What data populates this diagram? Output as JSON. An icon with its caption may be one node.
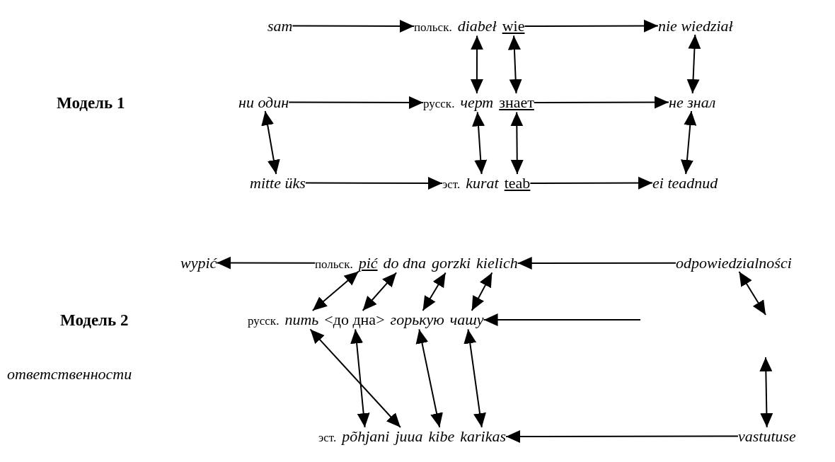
{
  "diagram": {
    "nodes": [
      {
        "text": [
          "sam"
        ]
      },
      {
        "text": [
          "польск."
        ]
      },
      {
        "text": [
          "diabeł"
        ],
        "in": 1
      },
      {
        "text": [
          "wie"
        ],
        "in": 1
      },
      {
        "text": [
          "nie wiedział"
        ]
      },
      {
        "text": [
          "ни один"
        ]
      },
      {
        "text": [
          "русск."
        ]
      },
      {
        "text": [
          "черт"
        ],
        "in": 6
      },
      {
        "text": [
          "знает"
        ],
        "in": 6
      },
      {
        "text": [
          "не знал"
        ]
      },
      {
        "text": [
          "mitte üks"
        ]
      },
      {
        "text": [
          "эст."
        ]
      },
      {
        "text": [
          "kurat"
        ],
        "in": 11
      },
      {
        "text": [
          "teab"
        ],
        "in": 11
      },
      {
        "text": [
          "ei teadnud"
        ]
      },
      {
        "text": [
          "wypić"
        ]
      },
      {
        "text": [
          "польск."
        ]
      },
      {
        "text": [
          "pić"
        ],
        "in": 16
      },
      {
        "text": [
          "do dna"
        ],
        "in": 16
      },
      {
        "text": [
          "gorzki"
        ],
        "in": 16
      },
      {
        "text": [
          "kielich"
        ],
        "in": 16
      },
      {
        "text": [
          "odpowiedzialności"
        ]
      },
      {
        "text": [
          "русск."
        ]
      },
      {
        "text": [
          "пить"
        ],
        "in": 22
      },
      {
        "text": [
          "<до дна>"
        ],
        "in": 22
      },
      {
        "text": [
          "горькую"
        ],
        "in": 22
      },
      {
        "text": [
          "чашу"
        ],
        "in": 22
      },
      {
        "text": [
          "ответственности"
        ]
      },
      {
        "text": [
          "эст."
        ]
      },
      {
        "text": [
          "põhjani"
        ],
        "in": 28
      },
      {
        "text": [
          "juua"
        ],
        "in": 28
      },
      {
        "text": [
          "kibe"
        ],
        "in": 28
      },
      {
        "text": [
          "karikas"
        ],
        "in": 28
      },
      {
        "text": [
          "vastutuse"
        ]
      }
    ],
    "edges": [
      {
        "from": 0,
        "to": 1,
        "arrow": "to"
      },
      {
        "from": 1,
        "to": 4,
        "arrow": "to"
      },
      {
        "from": 2,
        "to": 7,
        "arrow": "both"
      },
      {
        "from": 3,
        "to": 8,
        "arrow": "both"
      },
      {
        "from": 4,
        "to": 9,
        "arrow": "both"
      },
      {
        "from": 5,
        "to": 6,
        "arrow": "to"
      },
      {
        "from": 6,
        "to": 9,
        "arrow": "to"
      },
      {
        "from": 5,
        "to": 10,
        "arrow": "both"
      },
      {
        "from": 7,
        "to": 12,
        "arrow": "both"
      },
      {
        "from": 8,
        "to": 13,
        "arrow": "both"
      },
      {
        "from": 9,
        "to": 14,
        "arrow": "both"
      },
      {
        "from": 10,
        "to": 11,
        "arrow": "to"
      },
      {
        "from": 11,
        "to": 14,
        "arrow": "to"
      },
      {
        "from": 16,
        "to": 15,
        "arrow": "to"
      },
      {
        "from": 21,
        "to": 16,
        "arrow": "to"
      },
      {
        "from": 17,
        "to": 23,
        "arrow": "both"
      },
      {
        "from": 18,
        "to": 24,
        "arrow": "both"
      },
      {
        "from": 19,
        "to": 25,
        "arrow": "both"
      },
      {
        "from": 20,
        "to": 26,
        "arrow": "both"
      },
      {
        "from": 21,
        "to": null,
        "arrow": "both"
      },
      {
        "from": null,
        "to": 22,
        "arrow": "to"
      },
      {
        "from": 23,
        "to": 30,
        "arrow": "both"
      },
      {
        "from": 24,
        "to": 29,
        "arrow": "both"
      },
      {
        "from": 25,
        "to": 31,
        "arrow": "both"
      },
      {
        "from": 26,
        "to": 32,
        "arrow": "both"
      },
      {
        "from": 33,
        "to": null,
        "arrow": "both"
      },
      {
        "from": 33,
        "to": 28,
        "arrow": "to"
      }
    ],
    "labels": [
      "Модель 1",
      "Модель 2"
    ]
  }
}
